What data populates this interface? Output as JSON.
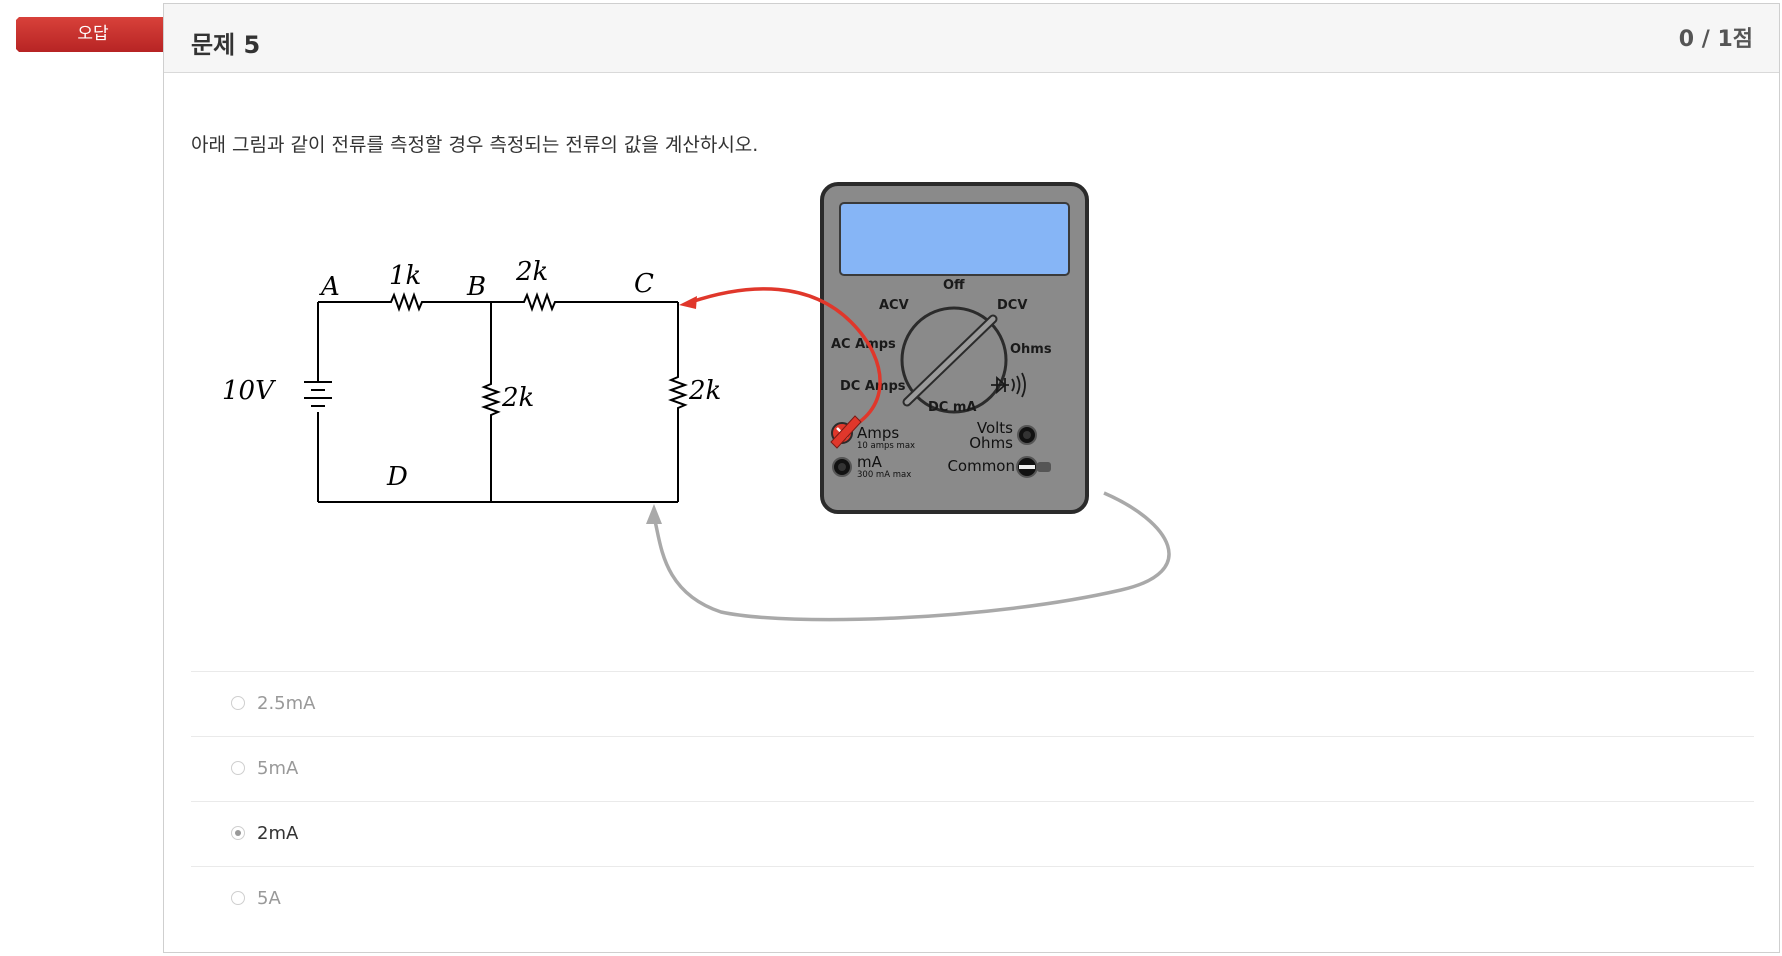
{
  "badge": {
    "label": "오답",
    "color": "#c62c2c"
  },
  "question": {
    "title": "문제 5",
    "score": "0 / 1점",
    "text": "아래 그림과 같이 전류를 측정할 경우 측정되는 전류의 값을 계산하시오."
  },
  "circuit": {
    "node_a": "A",
    "node_b": "B",
    "node_c": "C",
    "node_d": "D",
    "r_ab": "1k",
    "r_bc": "2k",
    "r_bd": "2k",
    "r_cd": "2k",
    "source": "10V"
  },
  "multimeter": {
    "off": "Off",
    "acv": "ACV",
    "dcv": "DCV",
    "ac_amps": "AC Amps",
    "ohms_dial": "Ohms",
    "dc_amps": "DC Amps",
    "dc_ma": "DC mA",
    "amps": "Amps",
    "amps_max": "10 amps max",
    "ma": "mA",
    "ma_max": "300 mA max",
    "volts": "Volts",
    "ohms": "Ohms",
    "common": "Common",
    "screen_color": "#86b5f6",
    "red_lead_color": "#e0372b",
    "black_lead_color": "#a9a9a9"
  },
  "options": [
    {
      "label": "2.5mA",
      "selected": false
    },
    {
      "label": "5mA",
      "selected": false
    },
    {
      "label": "2mA",
      "selected": true
    },
    {
      "label": "5A",
      "selected": false
    }
  ]
}
